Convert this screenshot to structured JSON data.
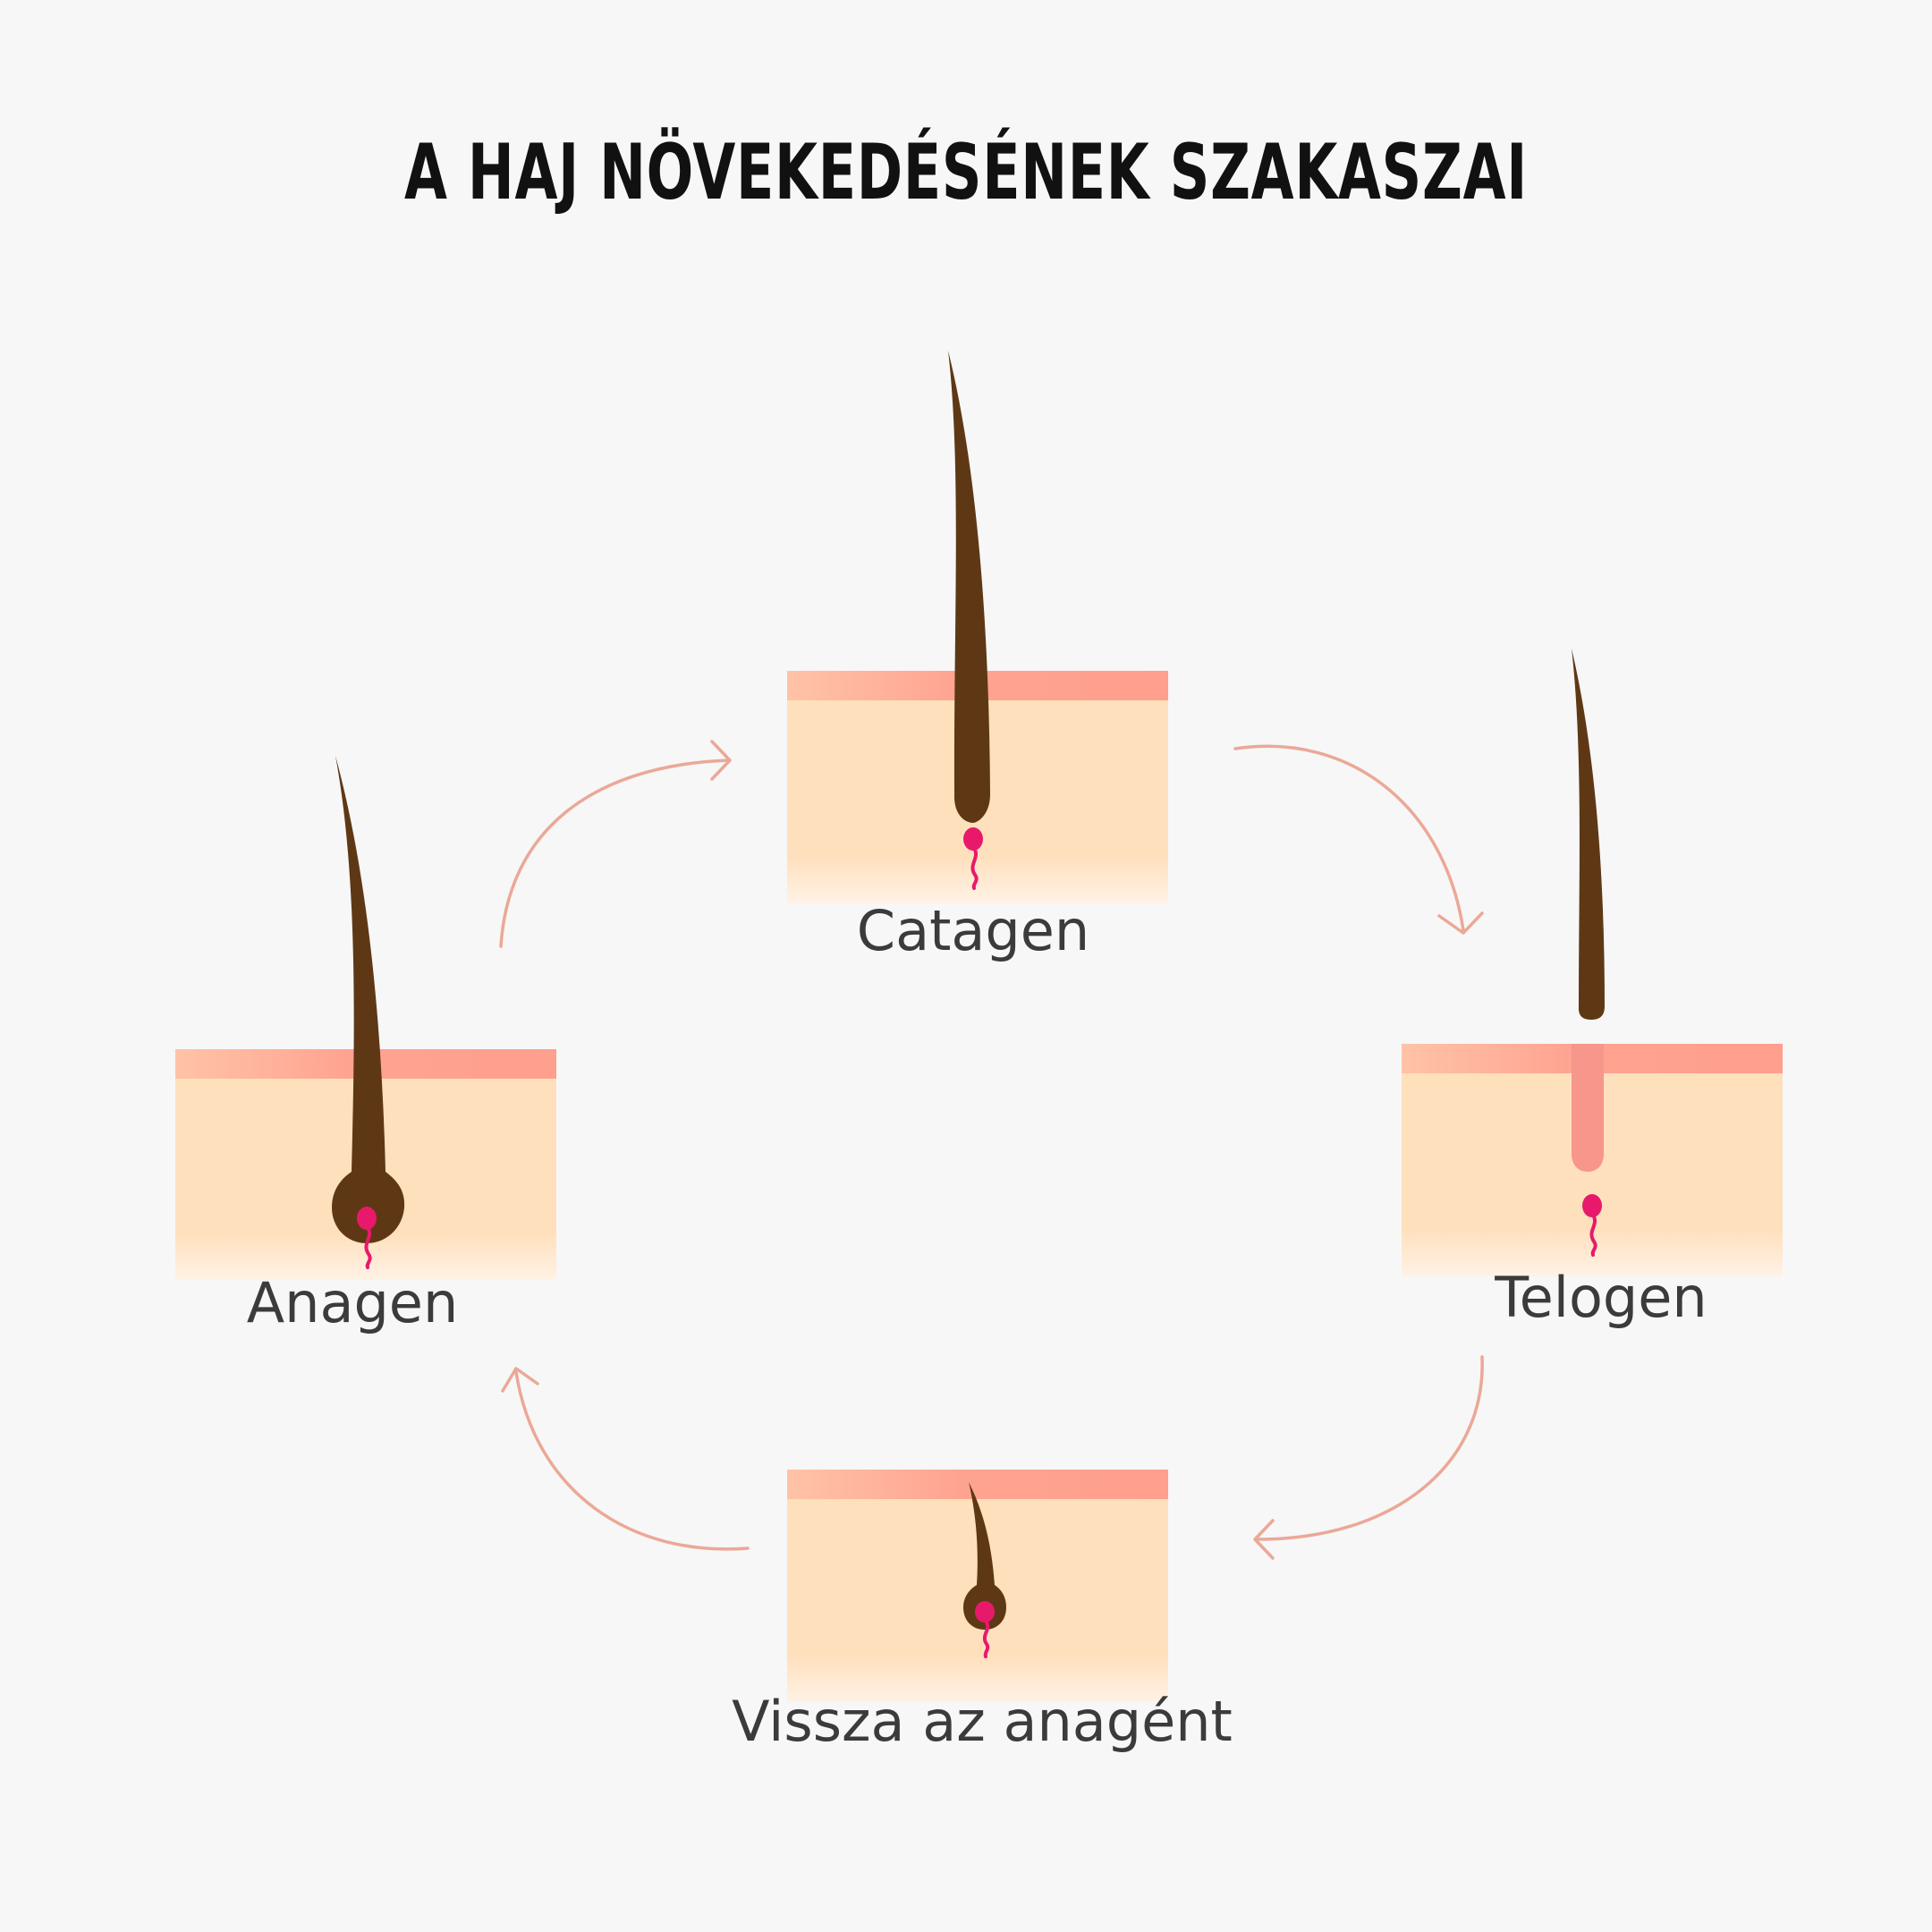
{
  "title": "A HAJ NÖVEKEDÉSÉNEK SZAKASZAI",
  "stages": [
    {
      "id": "anagen",
      "label": "Anagen"
    },
    {
      "id": "catagen",
      "label": "Catagen"
    },
    {
      "id": "telogen",
      "label": "Telogen"
    },
    {
      "id": "return",
      "label": "Vissza az anagént"
    }
  ],
  "colors": {
    "background": "#f7f7f7",
    "skin": "#ffe0bd",
    "skin_top": "#ffa391",
    "hair": "#5e3815",
    "papilla": "#e8196a",
    "arrow": "#eba897",
    "empty_follicle": "#f7968b"
  }
}
